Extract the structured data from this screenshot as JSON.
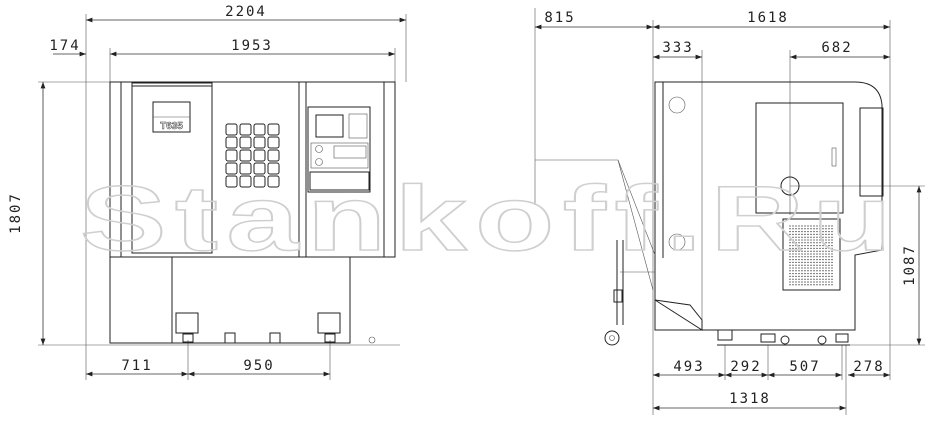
{
  "watermark": "Stankoff.Ru",
  "front_view": {
    "model_label": "T635",
    "dimensions": {
      "overall_width": "2204",
      "offset_left": "174",
      "body_width": "1953",
      "height": "1807",
      "foot_left": "711",
      "foot_spacing": "950"
    }
  },
  "side_view": {
    "dimensions": {
      "chip_conveyor": "815",
      "overall_depth": "1618",
      "front_section": "333",
      "spindle_to_back": "682",
      "spindle_height": "1087",
      "foot_1": "493",
      "foot_2": "292",
      "foot_3": "507",
      "rear_overhang": "278",
      "base_depth": "1318"
    }
  }
}
